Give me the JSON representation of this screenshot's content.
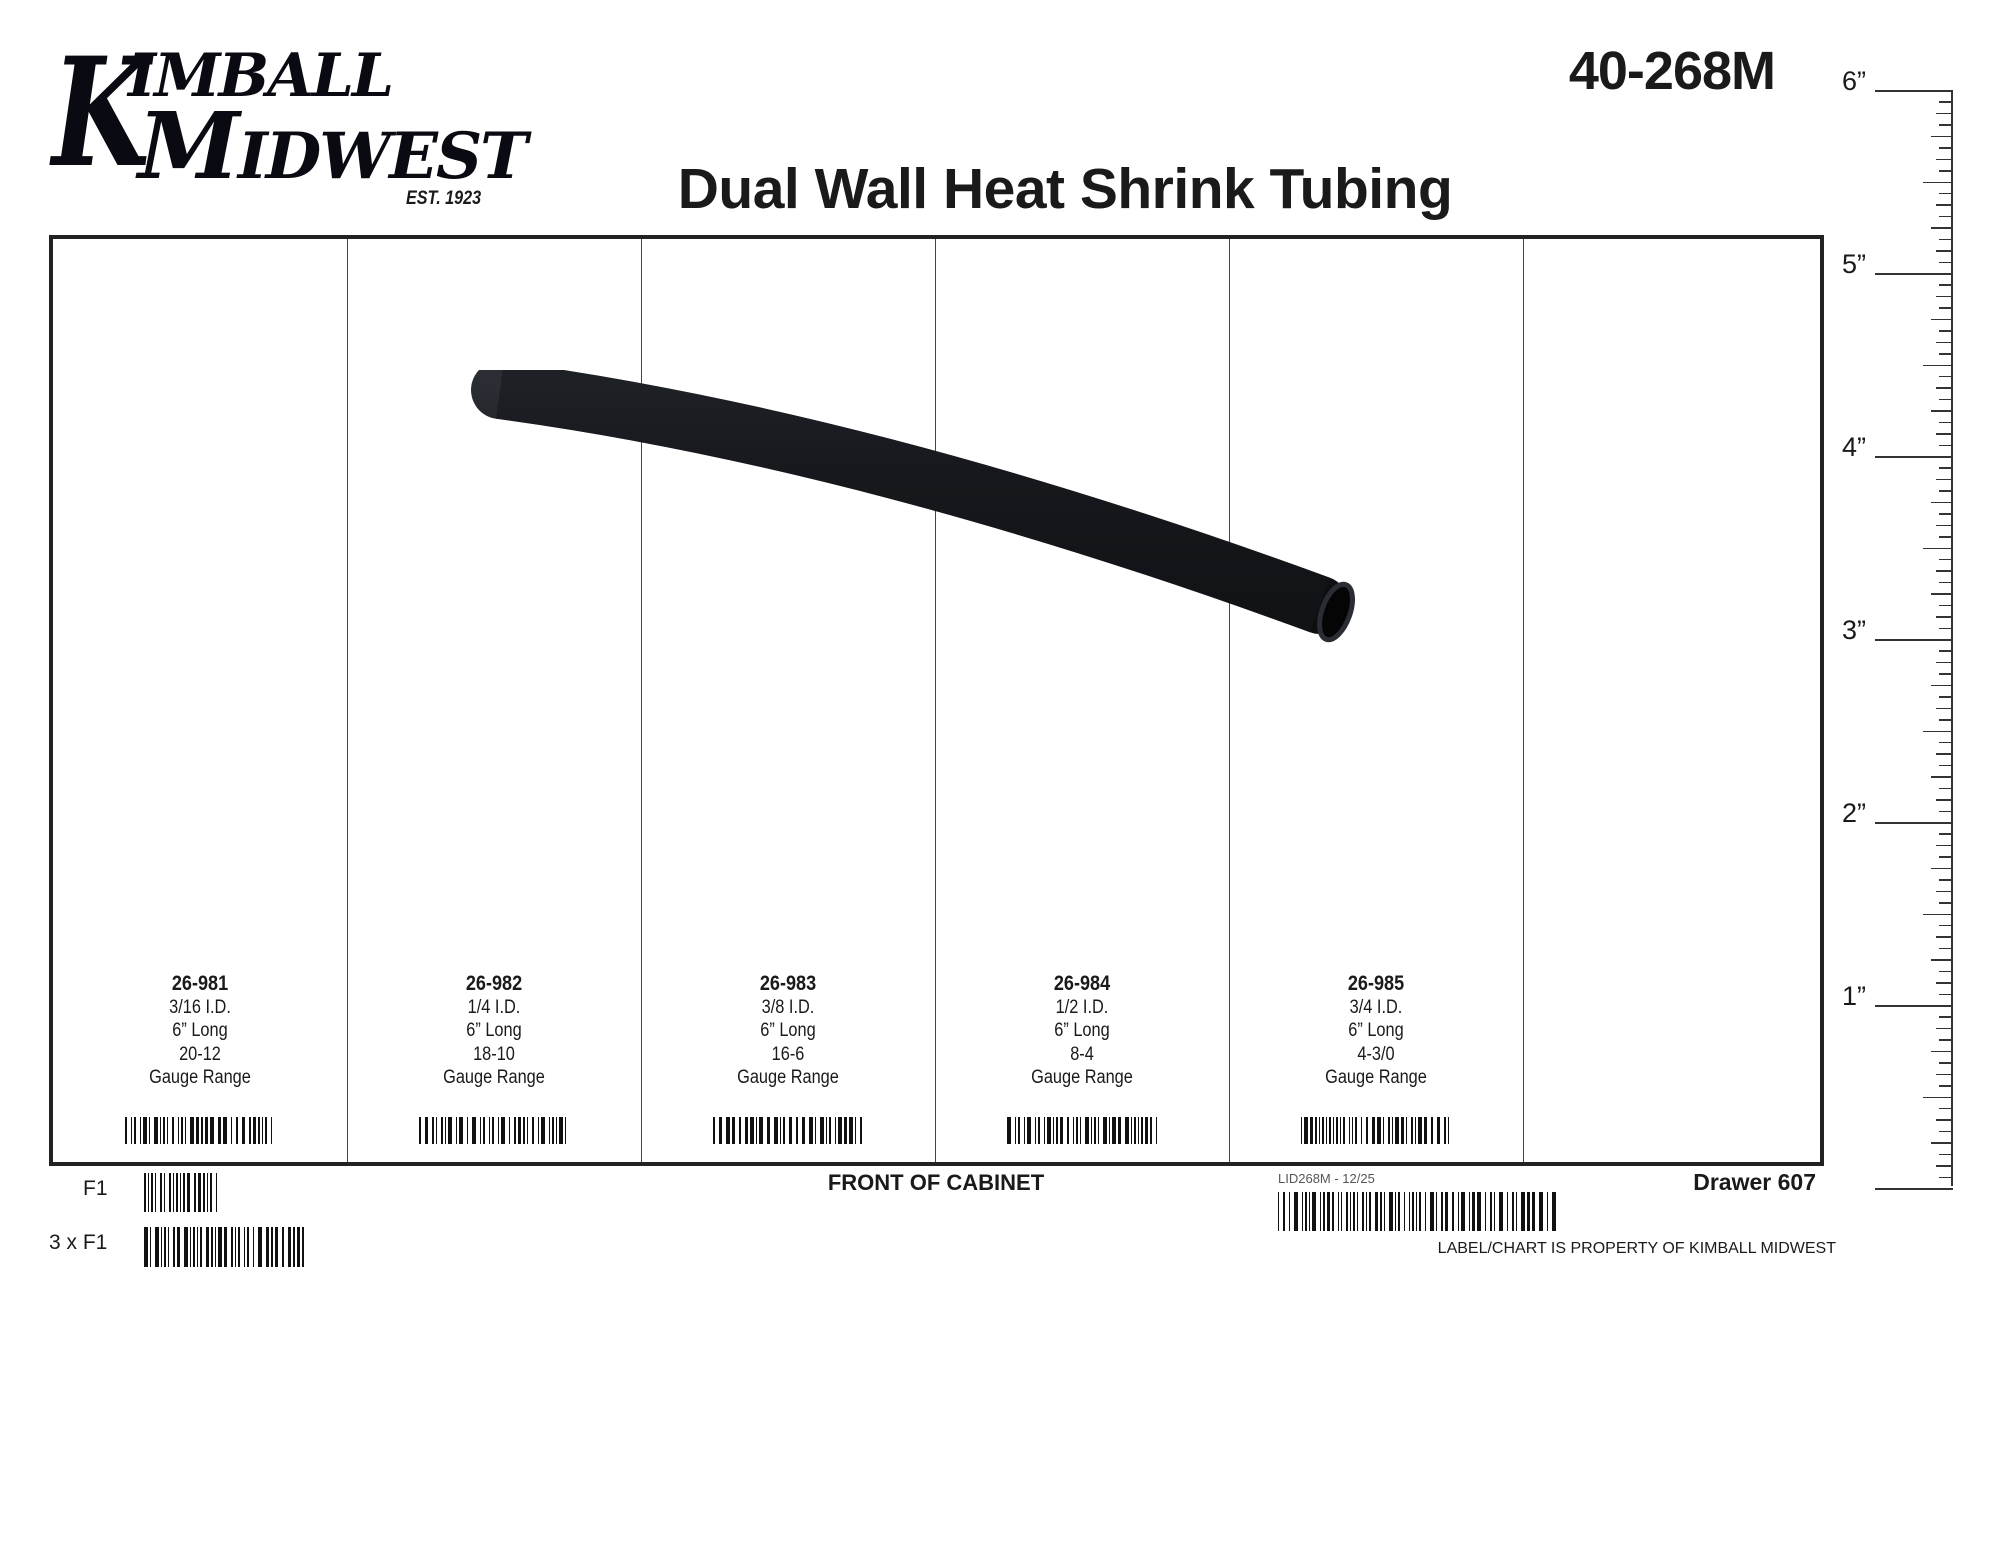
{
  "logo": {
    "line1": "KIMBALL",
    "line2": "MIDWEST",
    "established": "EST. 1923"
  },
  "part_number": "40-268M",
  "title": "Dual Wall Heat Shrink Tubing",
  "products": [
    {
      "number": "26-981",
      "id": "3/16 I.D.",
      "length": "6” Long",
      "gauge": "20-12",
      "gauge_label": "Gauge Range"
    },
    {
      "number": "26-982",
      "id": "1/4 I.D.",
      "length": "6” Long",
      "gauge": "18-10",
      "gauge_label": "Gauge Range"
    },
    {
      "number": "26-983",
      "id": "3/8 I.D.",
      "length": "6” Long",
      "gauge": "16-6",
      "gauge_label": "Gauge Range"
    },
    {
      "number": "26-984",
      "id": "1/2 I.D.",
      "length": "6” Long",
      "gauge": "8-4",
      "gauge_label": "Gauge Range"
    },
    {
      "number": "26-985",
      "id": "3/4 I.D.",
      "length": "6” Long",
      "gauge": "4-3/0",
      "gauge_label": "Gauge Range"
    }
  ],
  "ruler": {
    "labels": [
      "6”",
      "5”",
      "4”",
      "3”",
      "2”",
      "1”"
    ]
  },
  "footer": {
    "f1": "F1",
    "f1x3": "3 x F1",
    "front": "FRONT OF CABINET",
    "label_code": "LID268M - 12/25",
    "drawer": "Drawer 607",
    "property": "LABEL/CHART IS PROPERTY OF KIMBALL MIDWEST"
  },
  "colors": {
    "ink": "#1a1a1a",
    "tube": "#16181c"
  }
}
